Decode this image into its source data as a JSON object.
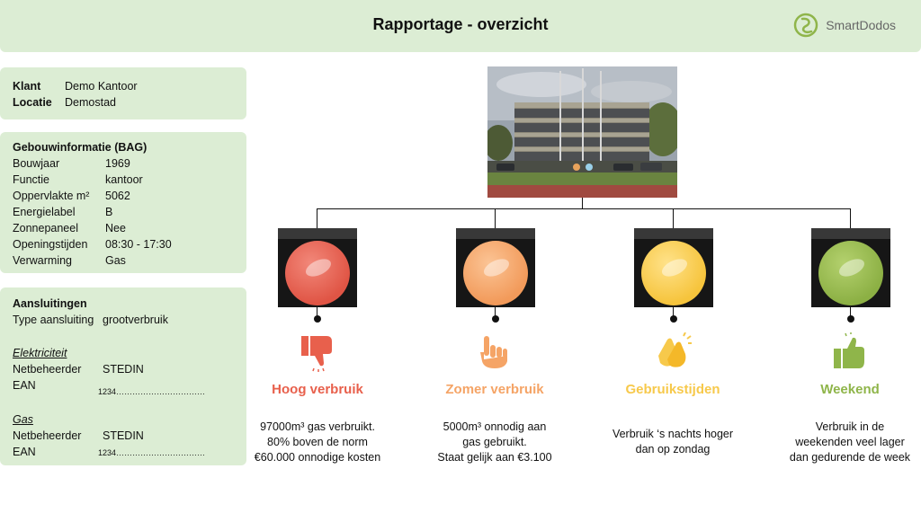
{
  "header": {
    "title": "Rapportage - overzicht",
    "logo": "SmartDodos"
  },
  "klant": {
    "rows": [
      {
        "label": "Klant",
        "value": "Demo Kantoor"
      },
      {
        "label": "Locatie",
        "value": "Demostad"
      }
    ]
  },
  "bag": {
    "title": "Gebouwinformatie (BAG)",
    "rows": [
      {
        "label": "Bouwjaar",
        "value": "1969"
      },
      {
        "label": "Functie",
        "value": "kantoor"
      },
      {
        "label": "Oppervlakte m²",
        "value": "5062"
      },
      {
        "label": "Energielabel",
        "value": "B"
      },
      {
        "label": "Zonnepaneel",
        "value": "Nee"
      },
      {
        "label": "Openingstijden",
        "value": "08:30 - 17:30"
      },
      {
        "label": "Verwarming",
        "value": "Gas"
      }
    ]
  },
  "aansluitingen": {
    "title": "Aansluitingen",
    "type_label": "Type aansluiting",
    "type_value": "grootverbruik",
    "elektriciteit": {
      "title": "Elektriciteit",
      "netbeheerder_label": "Netbeheerder",
      "netbeheerder_value": "STEDIN",
      "ean_label": "EAN",
      "ean_value": "1234……………………………"
    },
    "gas": {
      "title": "Gas",
      "netbeheerder_label": "Netbeheerder",
      "netbeheerder_value": "STEDIN",
      "ean_label": "EAN",
      "ean_value": "1234……………………………"
    }
  },
  "categories": [
    {
      "title": "Hoog verbruik",
      "color": "#e8604c",
      "icon": "thumbs-down-icon",
      "lines": [
        "97000m³ gas verbruikt.",
        "80% boven de norm",
        "€60.000 onnodige kosten"
      ]
    },
    {
      "title": "Zomer verbruik",
      "color": "#f5a466",
      "icon": "pointing-hand-icon",
      "lines": [
        "5000m³ onnodig aan",
        "gas gebruikt.",
        "Staat gelijk aan €3.100"
      ]
    },
    {
      "title": "Gebruikstijden",
      "color": "#f7c94b",
      "icon": "clapping-hands-icon",
      "lines": [
        "Verbruik ‘s nachts hoger",
        "dan op zondag"
      ]
    },
    {
      "title": "Weekend",
      "color": "#8fb54a",
      "icon": "thumbs-up-icon",
      "lines": [
        "Verbruik in de",
        "weekenden veel lager",
        "dan gedurende de week"
      ]
    }
  ]
}
